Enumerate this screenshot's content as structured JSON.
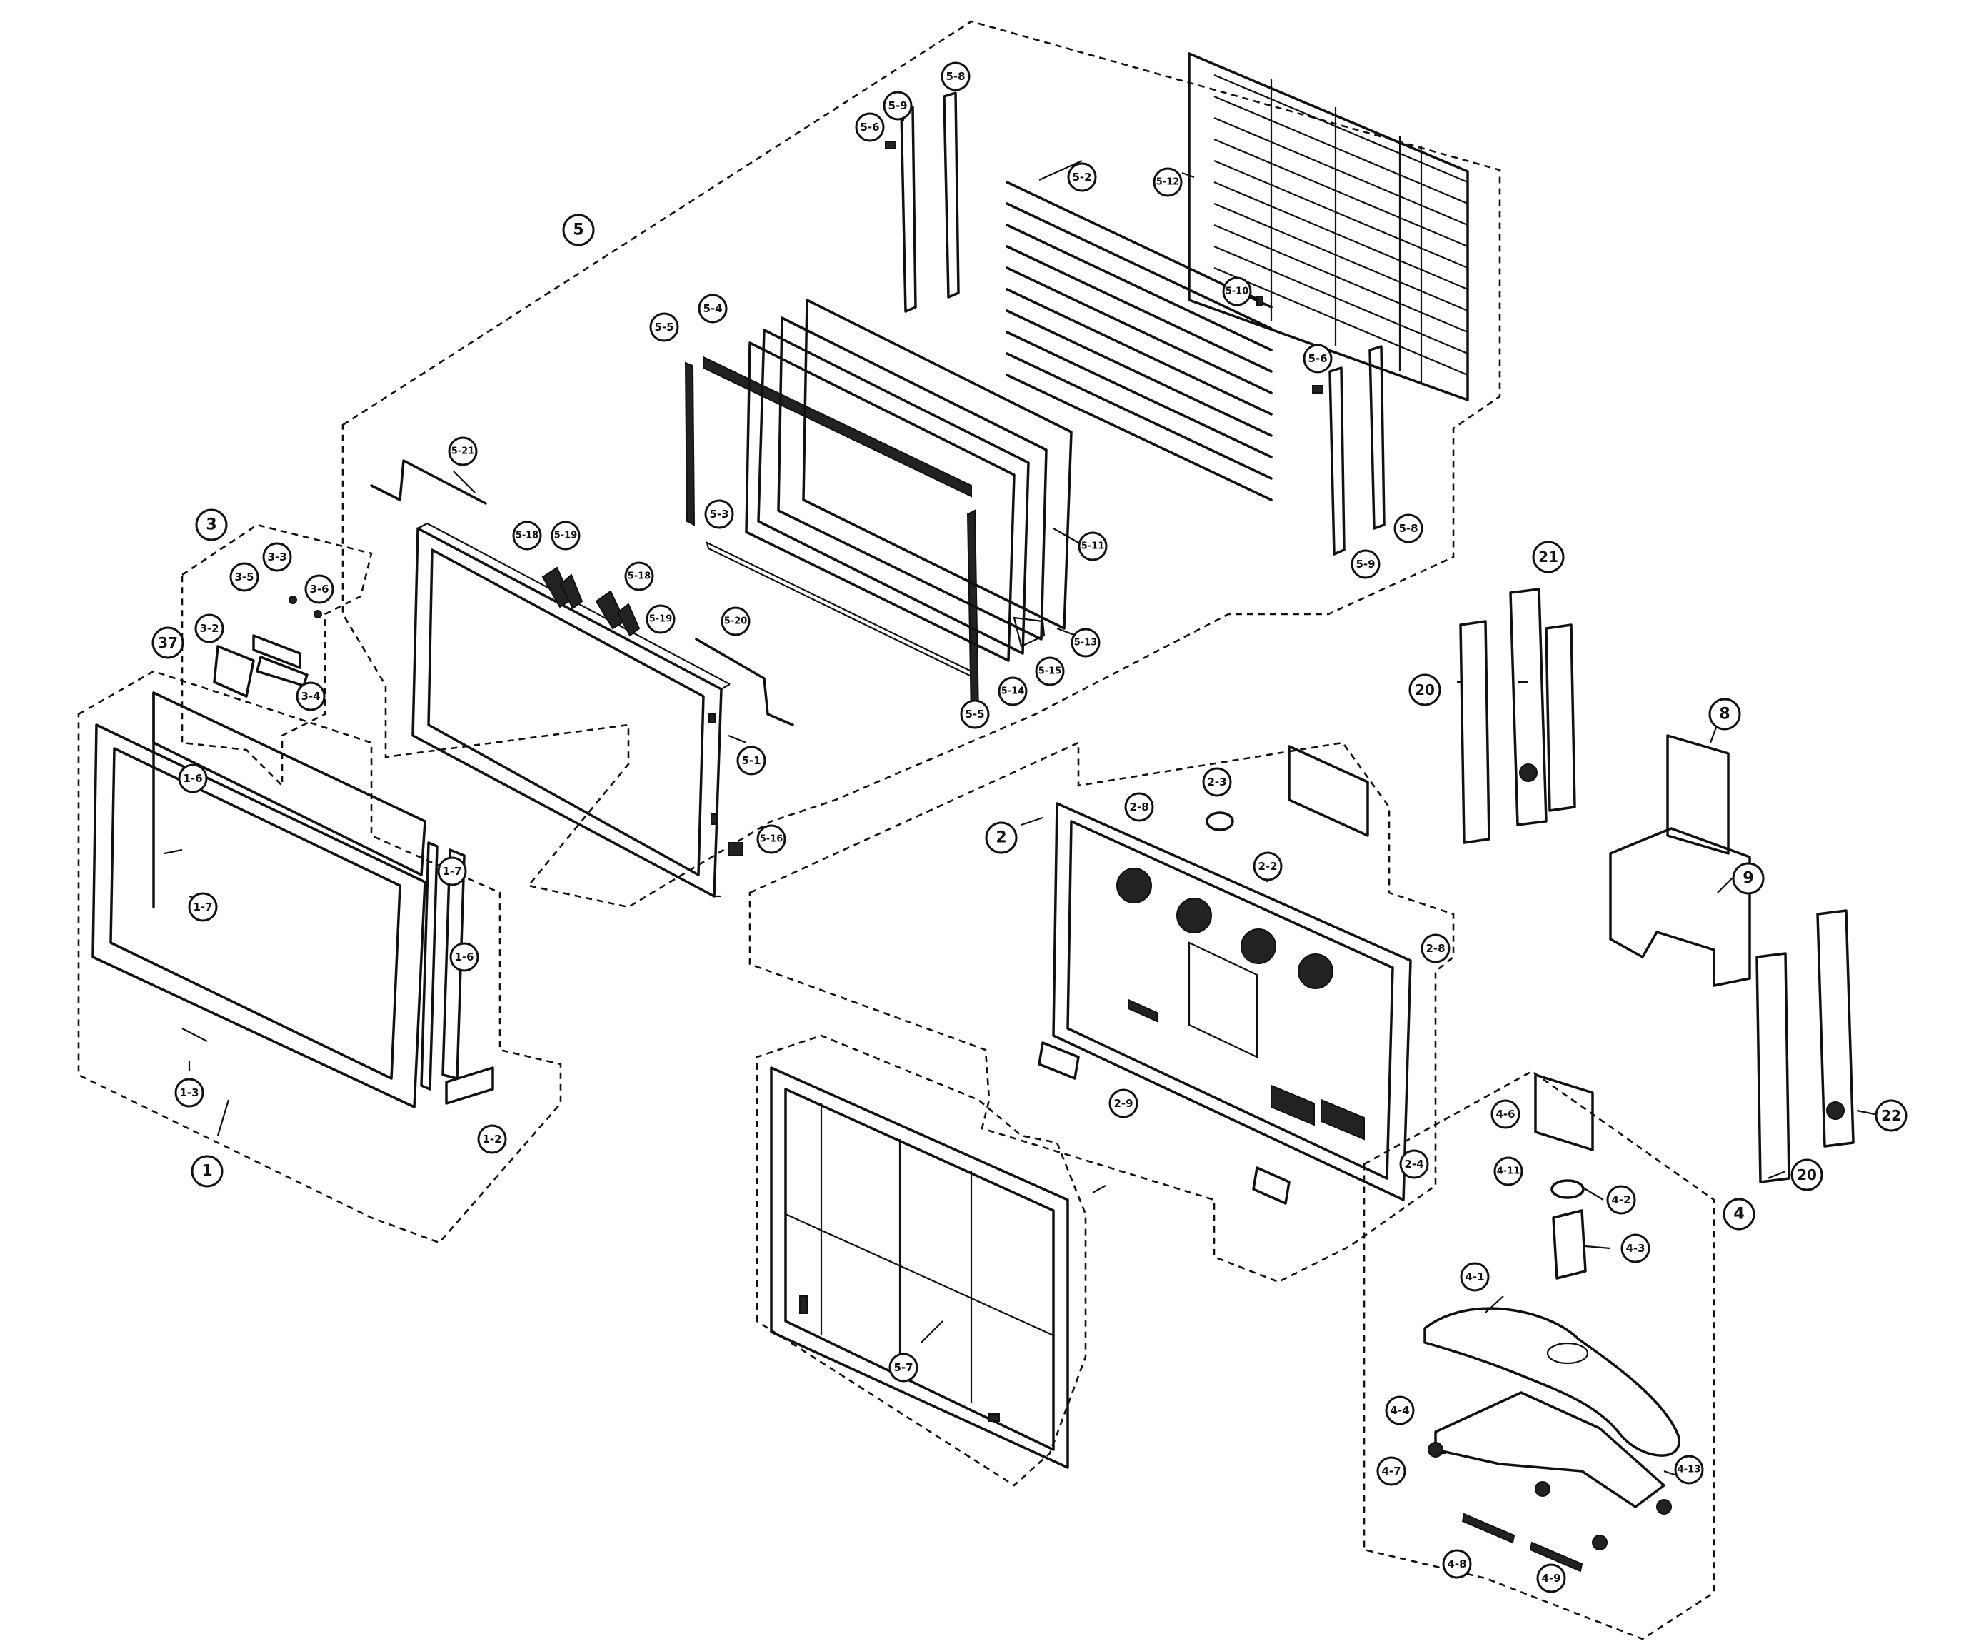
{
  "diagram": {
    "assemblies": [
      {
        "id": "1",
        "parts": [
          "1-2",
          "1-3",
          "1-6",
          "1-7"
        ]
      },
      {
        "id": "2",
        "parts": [
          "2-2",
          "2-3",
          "2-4",
          "2-8",
          "2-9"
        ]
      },
      {
        "id": "3",
        "parts": [
          "3-2",
          "3-3",
          "3-4",
          "3-5",
          "3-6",
          "37"
        ]
      },
      {
        "id": "4",
        "parts": [
          "4-1",
          "4-2",
          "4-3",
          "4-4",
          "4-6",
          "4-7",
          "4-8",
          "4-9",
          "4-11",
          "4-13"
        ]
      },
      {
        "id": "5",
        "parts": [
          "5-1",
          "5-2",
          "5-3",
          "5-4",
          "5-5",
          "5-6",
          "5-7",
          "5-8",
          "5-9",
          "5-10",
          "5-11",
          "5-12",
          "5-13",
          "5-14",
          "5-15",
          "5-16",
          "5-18",
          "5-19",
          "5-20",
          "5-21"
        ]
      },
      {
        "id": "8",
        "parts": []
      },
      {
        "id": "9",
        "parts": []
      },
      {
        "id": "20",
        "parts": []
      },
      {
        "id": "21",
        "parts": []
      },
      {
        "id": "22",
        "parts": []
      }
    ],
    "callouts": {
      "c_5": "5",
      "c_5_6a": "5-6",
      "c_5_9a": "5-9",
      "c_5_8a": "5-8",
      "c_5_2": "5-2",
      "c_5_12": "5-12",
      "c_5_10": "5-10",
      "c_5_6b": "5-6",
      "c_5_8b": "5-8",
      "c_5_9b": "5-9",
      "c_5_5a": "5-5",
      "c_5_4": "5-4",
      "c_5_3": "5-3",
      "c_5_11": "5-11",
      "c_5_13": "5-13",
      "c_5_14": "5-14",
      "c_5_15": "5-15",
      "c_5_5b": "5-5",
      "c_5_21": "5-21",
      "c_5_18a": "5-18",
      "c_5_19a": "5-19",
      "c_5_18b": "5-18",
      "c_5_19b": "5-19",
      "c_5_20": "5-20",
      "c_5_1": "5-1",
      "c_5_16": "5-16",
      "c_3": "3",
      "c_3_3": "3-3",
      "c_3_5": "3-5",
      "c_3_6": "3-6",
      "c_3_2": "3-2",
      "c_37": "37",
      "c_3_4": "3-4",
      "c_1_6a": "1-6",
      "c_1_7a": "1-7",
      "c_1_7b": "1-7",
      "c_1_6b": "1-6",
      "c_1_3": "1-3",
      "c_1_2": "1-2",
      "c_1": "1",
      "c_2": "2",
      "c_2_8a": "2-8",
      "c_2_3": "2-3",
      "c_2_2": "2-2",
      "c_2_8b": "2-8",
      "c_2_9": "2-9",
      "c_2_4": "2-4",
      "c_5_7": "5-7",
      "c_21": "21",
      "c_20a": "20",
      "c_8": "8",
      "c_9": "9",
      "c_22": "22",
      "c_20b": "20",
      "c_4": "4",
      "c_4_6": "4-6",
      "c_4_11": "4-11",
      "c_4_2": "4-2",
      "c_4_3": "4-3",
      "c_4_1": "4-1",
      "c_4_4": "4-4",
      "c_4_7": "4-7",
      "c_4_13": "4-13",
      "c_4_8": "4-8",
      "c_4_9": "4-9"
    }
  }
}
